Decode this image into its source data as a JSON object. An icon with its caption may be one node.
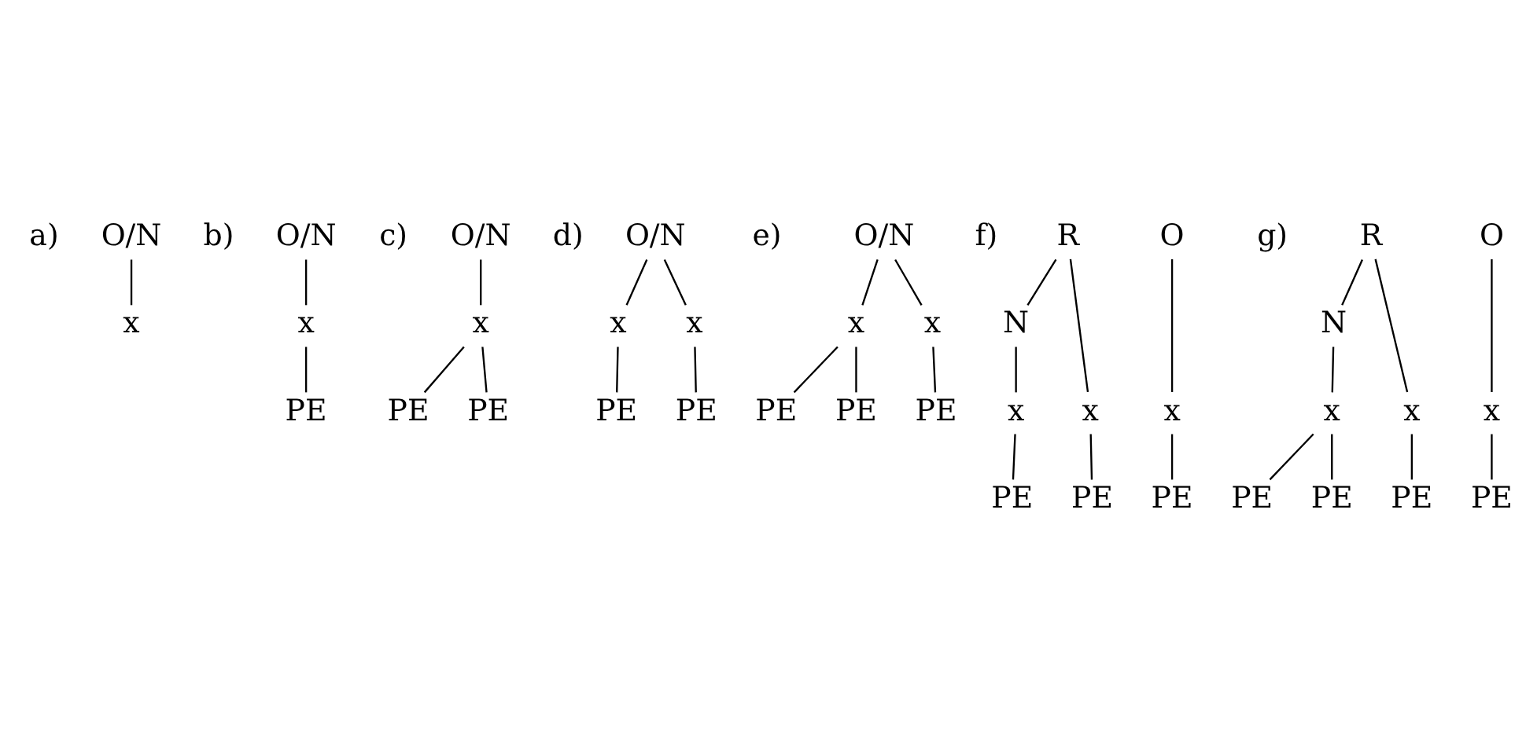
{
  "diagram": {
    "nodes": [
      {
        "text": [
          "O/N"
        ]
      },
      {
        "text": [
          "x"
        ]
      },
      {
        "text": [
          "O/N"
        ]
      },
      {
        "text": [
          "x"
        ]
      },
      {
        "text": [
          "PE"
        ]
      },
      {
        "text": [
          "O/N"
        ]
      },
      {
        "text": [
          "x"
        ]
      },
      {
        "text": [
          "PE"
        ]
      },
      {
        "text": [
          "PE"
        ]
      },
      {
        "text": [
          "O/N"
        ]
      },
      {
        "text": [
          "x"
        ]
      },
      {
        "text": [
          "x"
        ]
      },
      {
        "text": [
          "PE"
        ]
      },
      {
        "text": [
          "PE"
        ]
      },
      {
        "text": [
          "O/N"
        ]
      },
      {
        "text": [
          "x"
        ]
      },
      {
        "text": [
          "x"
        ]
      },
      {
        "text": [
          "PE"
        ]
      },
      {
        "text": [
          "PE"
        ]
      },
      {
        "text": [
          "PE"
        ]
      },
      {
        "text": [
          "R"
        ]
      },
      {
        "text": [
          "O"
        ]
      },
      {
        "text": [
          "N"
        ]
      },
      {
        "text": [
          "x"
        ]
      },
      {
        "text": [
          "x"
        ]
      },
      {
        "text": [
          "x"
        ]
      },
      {
        "text": [
          "PE"
        ]
      },
      {
        "text": [
          "PE"
        ]
      },
      {
        "text": [
          "PE"
        ]
      },
      {
        "text": [
          "R"
        ]
      },
      {
        "text": [
          "O"
        ]
      },
      {
        "text": [
          "N"
        ]
      },
      {
        "text": [
          "x"
        ]
      },
      {
        "text": [
          "x"
        ]
      },
      {
        "text": [
          "x"
        ]
      },
      {
        "text": [
          "PE"
        ]
      },
      {
        "text": [
          "PE"
        ]
      },
      {
        "text": [
          "PE"
        ]
      },
      {
        "text": [
          "PE"
        ]
      }
    ],
    "edges": [
      {
        "from": 0,
        "to": 1,
        "arrow": "none"
      },
      {
        "from": 2,
        "to": 3,
        "arrow": "none"
      },
      {
        "from": 3,
        "to": 4,
        "arrow": "none"
      },
      {
        "from": 5,
        "to": 6,
        "arrow": "none"
      },
      {
        "from": 6,
        "to": 7,
        "arrow": "none"
      },
      {
        "from": 6,
        "to": 8,
        "arrow": "none"
      },
      {
        "from": 9,
        "to": 10,
        "arrow": "none"
      },
      {
        "from": 9,
        "to": 11,
        "arrow": "none"
      },
      {
        "from": 10,
        "to": 12,
        "arrow": "none"
      },
      {
        "from": 11,
        "to": 13,
        "arrow": "none"
      },
      {
        "from": 14,
        "to": 15,
        "arrow": "none"
      },
      {
        "from": 14,
        "to": 16,
        "arrow": "none"
      },
      {
        "from": 15,
        "to": 17,
        "arrow": "none"
      },
      {
        "from": 15,
        "to": 18,
        "arrow": "none"
      },
      {
        "from": 16,
        "to": 19,
        "arrow": "none"
      },
      {
        "from": 20,
        "to": 22,
        "arrow": "none"
      },
      {
        "from": 20,
        "to": 24,
        "arrow": "none"
      },
      {
        "from": 22,
        "to": 23,
        "arrow": "none"
      },
      {
        "from": 21,
        "to": 25,
        "arrow": "none"
      },
      {
        "from": 23,
        "to": 26,
        "arrow": "none"
      },
      {
        "from": 24,
        "to": 27,
        "arrow": "none"
      },
      {
        "from": 25,
        "to": 28,
        "arrow": "none"
      },
      {
        "from": 29,
        "to": 31,
        "arrow": "none"
      },
      {
        "from": 29,
        "to": 33,
        "arrow": "none"
      },
      {
        "from": 31,
        "to": 32,
        "arrow": "none"
      },
      {
        "from": 30,
        "to": 34,
        "arrow": "none"
      },
      {
        "from": 32,
        "to": 35,
        "arrow": "none"
      },
      {
        "from": 32,
        "to": 36,
        "arrow": "none"
      },
      {
        "from": 33,
        "to": 37,
        "arrow": "none"
      },
      {
        "from": 34,
        "to": 38,
        "arrow": "none"
      }
    ],
    "labels": [
      "a)",
      "b)",
      "c)",
      "d)",
      "e)",
      "f)",
      "g)"
    ]
  }
}
